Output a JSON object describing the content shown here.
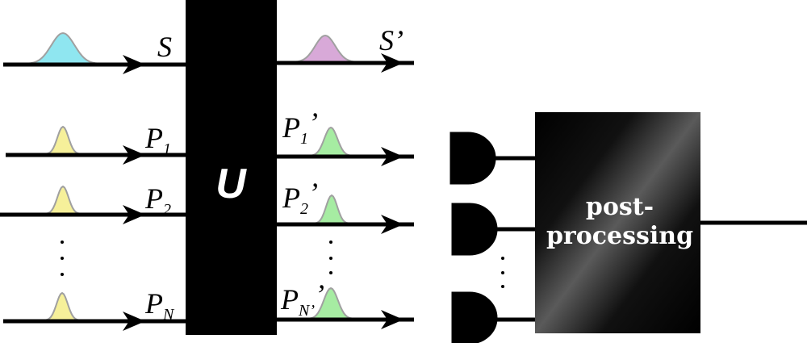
{
  "unitary": {
    "label": "U"
  },
  "inputs": [
    {
      "label": "S",
      "sub": "",
      "color": "#8fe6f0"
    },
    {
      "label": "P",
      "sub": "1",
      "color": "#f6f09a"
    },
    {
      "label": "P",
      "sub": "2",
      "color": "#f6f09a"
    },
    {
      "label": "P",
      "sub": "N",
      "color": "#f6f09a"
    }
  ],
  "outputs": [
    {
      "label": "S",
      "sub": "",
      "prime": "’",
      "color": "#d8a9d8"
    },
    {
      "label": "P",
      "sub": "1",
      "prime": "’",
      "color": "#a6eca2"
    },
    {
      "label": "P",
      "sub": "2",
      "prime": "’",
      "color": "#a6eca2"
    },
    {
      "label": "P",
      "sub": "N’",
      "prime": "’",
      "color": "#a6eca2"
    }
  ],
  "postprocessing": {
    "line1": "post-",
    "line2": "processing"
  }
}
